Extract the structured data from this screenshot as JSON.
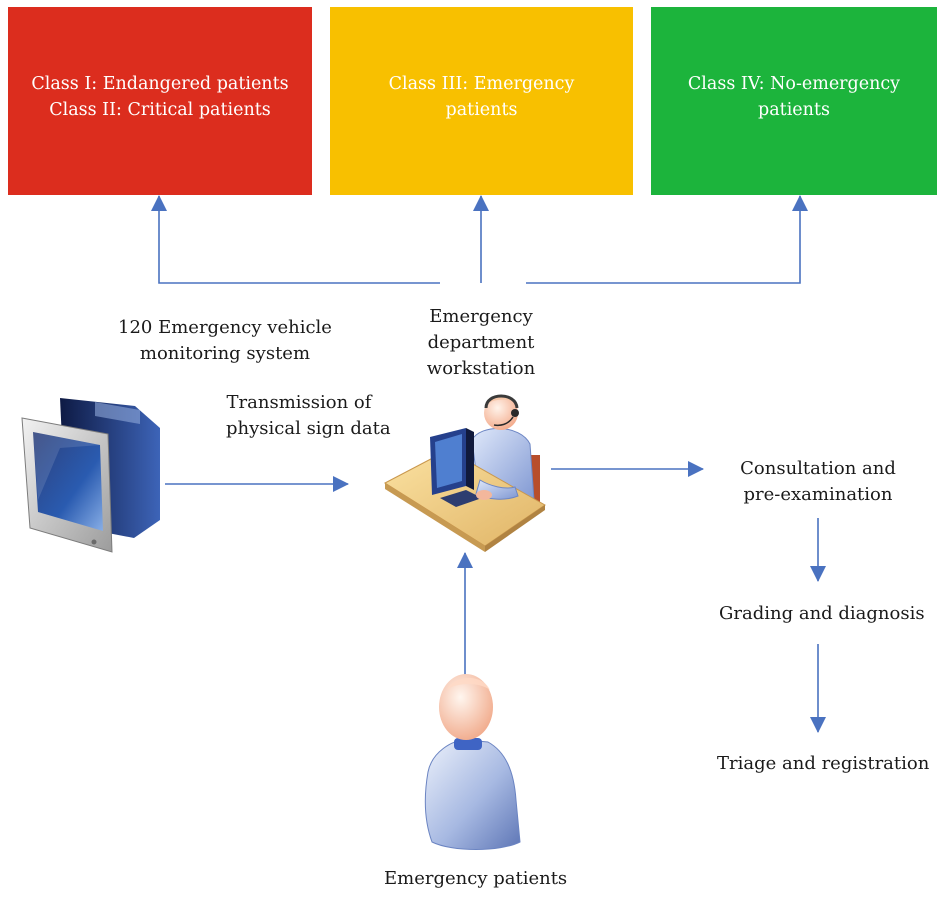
{
  "classes": [
    {
      "lines": [
        "Class I: Endangered patients",
        "Class II: Critical patients"
      ],
      "color": "#dc2d1e"
    },
    {
      "lines": [
        "Class III: Emergency",
        "patients"
      ],
      "color": "#f8c000"
    },
    {
      "lines": [
        "Class IV: No-emergency",
        "patients"
      ],
      "color": "#1cb43c"
    }
  ],
  "monitoring": {
    "lines": [
      "120 Emergency vehicle",
      "monitoring system"
    ]
  },
  "workstation": {
    "lines": [
      "Emergency",
      "department",
      "workstation"
    ]
  },
  "transmission": {
    "lines": [
      "Transmission of",
      "physical sign data"
    ]
  },
  "steps": {
    "consultation": [
      "Consultation and",
      "pre-examination"
    ],
    "grading": "Grading and diagnosis",
    "triage": "Triage and registration"
  },
  "patients_label": "Emergency patients",
  "colors": {
    "arrow": "#4a72c0"
  }
}
